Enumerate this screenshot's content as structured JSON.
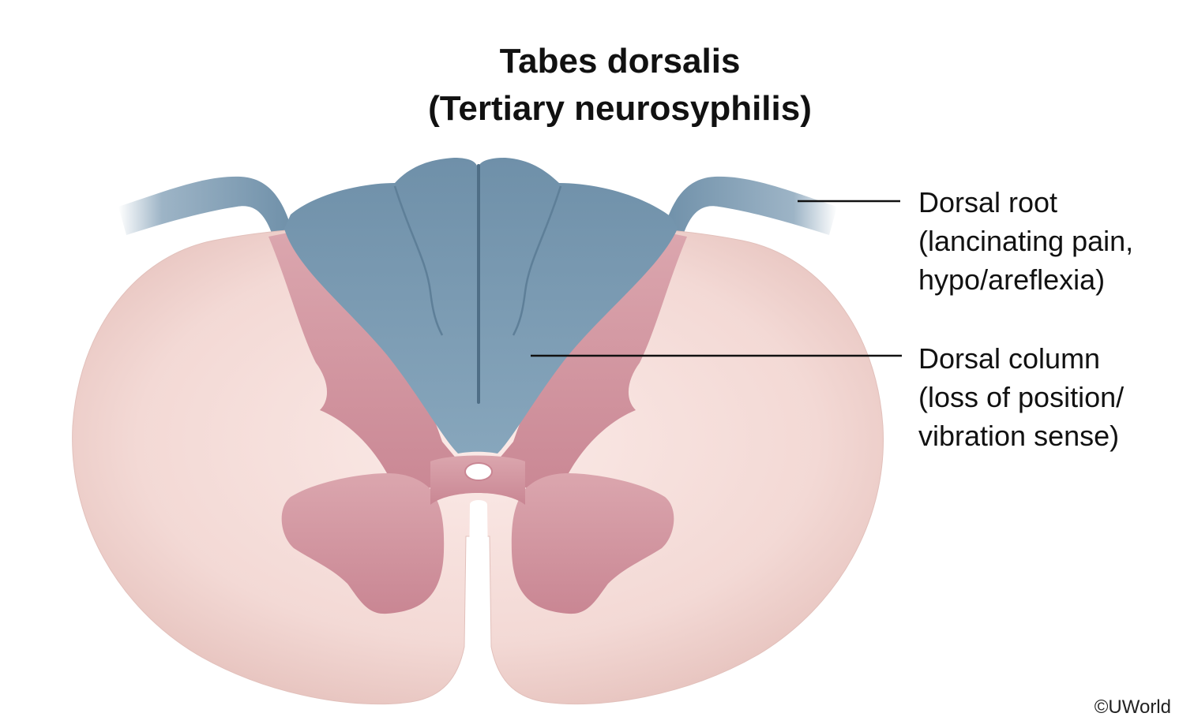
{
  "title": {
    "line1": "Tabes dorsalis",
    "line2": "(Tertiary neurosyphilis)"
  },
  "labels": {
    "dorsal_root": {
      "name": "Dorsal root",
      "detail_line1": "(lancinating pain,",
      "detail_line2": "hypo/areflexia)"
    },
    "dorsal_column": {
      "name": "Dorsal column",
      "detail_line1": "(loss of position/",
      "detail_line2": "vibration sense)"
    }
  },
  "copyright": "©UWorld",
  "colors": {
    "white_matter": "#f4dcd9",
    "gray_matter": "#d49ba5",
    "dorsal_column": "#7d9db5",
    "dorsal_root": "#7696ad",
    "leader_line": "#111111"
  }
}
